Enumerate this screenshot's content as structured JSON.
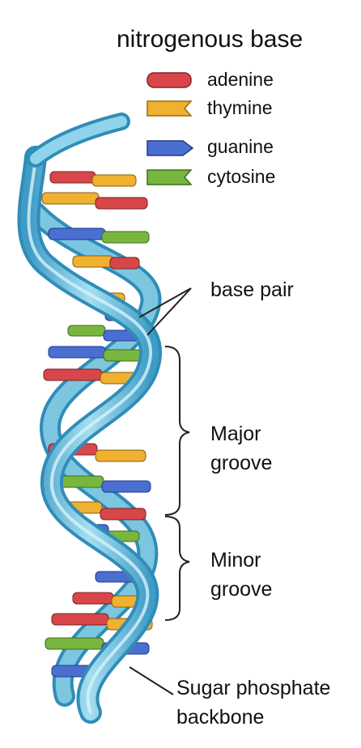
{
  "title": "nitrogenous base",
  "legend": [
    {
      "label": "adenine",
      "color": "#d8464a",
      "shape": "rounded"
    },
    {
      "label": "thymine",
      "color": "#f0b030",
      "shape": "notch"
    },
    {
      "label": "guanine",
      "color": "#4a6fd0",
      "shape": "arrow"
    },
    {
      "label": "cytosine",
      "color": "#78b640",
      "shape": "notch"
    }
  ],
  "labels": {
    "base_pair": "base pair",
    "major_groove": "Major groove",
    "minor_groove": "Minor groove",
    "backbone": "Sugar phosphate backbone"
  },
  "colors": {
    "strand": "#7cc6e0",
    "strand_dark": "#2f8db8",
    "strand_light": "#c8ecf7"
  }
}
